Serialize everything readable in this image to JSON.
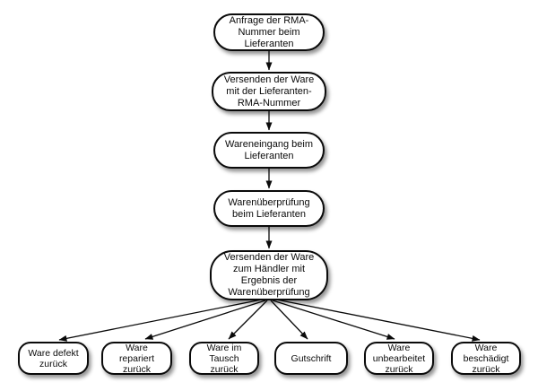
{
  "diagram": {
    "type": "flowchart",
    "language": "de",
    "colors": {
      "background": "#ffffff",
      "node_fill": "#ffffff",
      "node_border": "#0a0a0a",
      "arrow": "#0a0a0a",
      "text": "#0a0a0a",
      "shadow": "rgba(0,0,0,0.42)"
    },
    "nodes": [
      {
        "id": "anfrage-rma-nummer",
        "label": "Anfrage der RMA-\nNummer beim\nLieferanten"
      },
      {
        "id": "versenden-ware-lieferant",
        "label": "Versenden der Ware\nmit der Lieferanten-\nRMA-Nummer"
      },
      {
        "id": "wareneingang",
        "label": "Wareneingang beim\nLieferanten"
      },
      {
        "id": "warenueberpruefung",
        "label": "Warenüberprüfung\nbeim Lieferanten"
      },
      {
        "id": "versenden-ware-haendler",
        "label": "Versenden der Ware\nzum Händler mit\nErgebnis der\nWarenüberprüfung"
      },
      {
        "id": "ware-defekt",
        "label": "Ware defekt\nzurück"
      },
      {
        "id": "ware-repariert",
        "label": "Ware\nrepariert\nzurück"
      },
      {
        "id": "ware-im-tausch",
        "label": "Ware im\nTausch\nzurück"
      },
      {
        "id": "gutschrift",
        "label": "Gutschrift"
      },
      {
        "id": "ware-unbearbeitet",
        "label": "Ware\nunbearbeitet\nzurück"
      },
      {
        "id": "ware-beschaedigt",
        "label": "Ware\nbeschädigt\nzurück"
      }
    ],
    "edges": [
      {
        "from": "anfrage-rma-nummer",
        "to": "versenden-ware-lieferant"
      },
      {
        "from": "versenden-ware-lieferant",
        "to": "wareneingang"
      },
      {
        "from": "wareneingang",
        "to": "warenueberpruefung"
      },
      {
        "from": "warenueberpruefung",
        "to": "versenden-ware-haendler"
      },
      {
        "from": "versenden-ware-haendler",
        "to": "ware-defekt"
      },
      {
        "from": "versenden-ware-haendler",
        "to": "ware-repariert"
      },
      {
        "from": "versenden-ware-haendler",
        "to": "ware-im-tausch"
      },
      {
        "from": "versenden-ware-haendler",
        "to": "gutschrift"
      },
      {
        "from": "versenden-ware-haendler",
        "to": "ware-unbearbeitet"
      },
      {
        "from": "versenden-ware-haendler",
        "to": "ware-beschaedigt"
      }
    ]
  }
}
